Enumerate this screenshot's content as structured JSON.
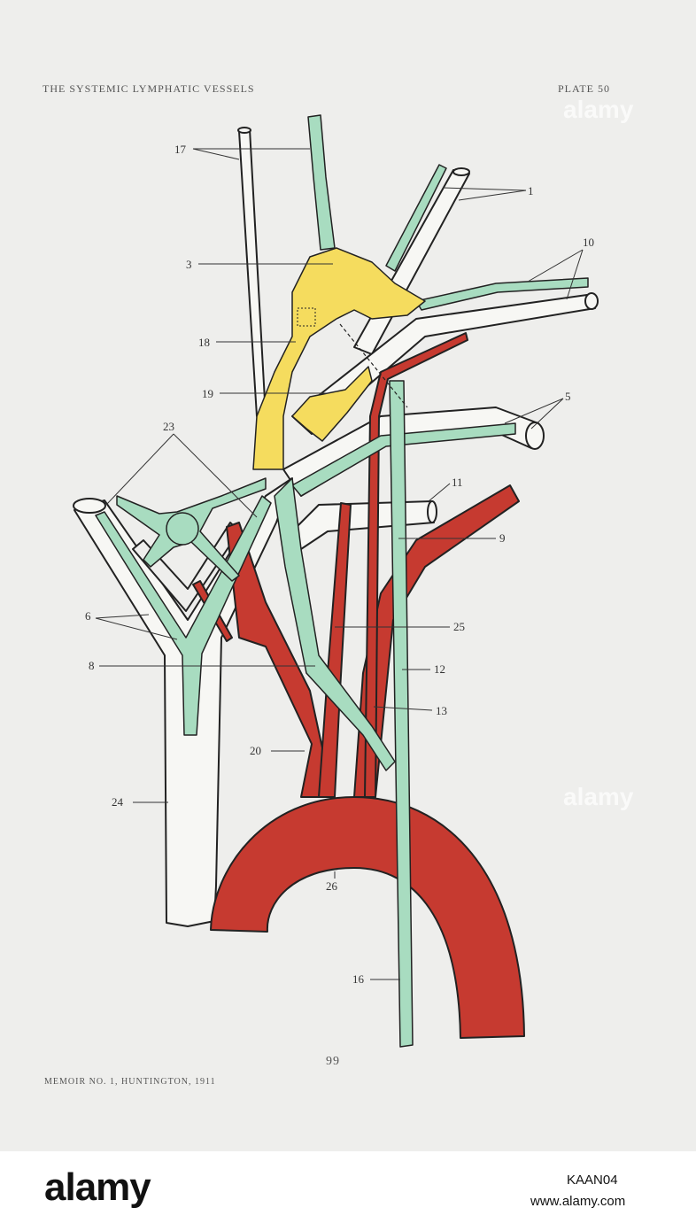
{
  "header": {
    "title": "THE SYSTEMIC LYMPHATIC VESSELS",
    "plate": "PLATE 50"
  },
  "labels": [
    "17",
    "1",
    "10",
    "3",
    "18",
    "19",
    "5",
    "23",
    "11",
    "9",
    "6",
    "25",
    "8",
    "12",
    "13",
    "20",
    "24",
    "26",
    "16"
  ],
  "page_number": "99",
  "footer": "MEMOIR NO. 1, HUNTINGTON, 1911",
  "watermark": "alamy",
  "stock_bar": {
    "logo": "alamy",
    "image_id": "KAAN04",
    "url": "www.alamy.com"
  },
  "colors": {
    "lymphatic": "#a8dcc0",
    "thoracic_duct_yellow": "#f5dc5e",
    "artery": "#c63a30",
    "vein": "#f7f7f4",
    "outline": "#222222"
  }
}
